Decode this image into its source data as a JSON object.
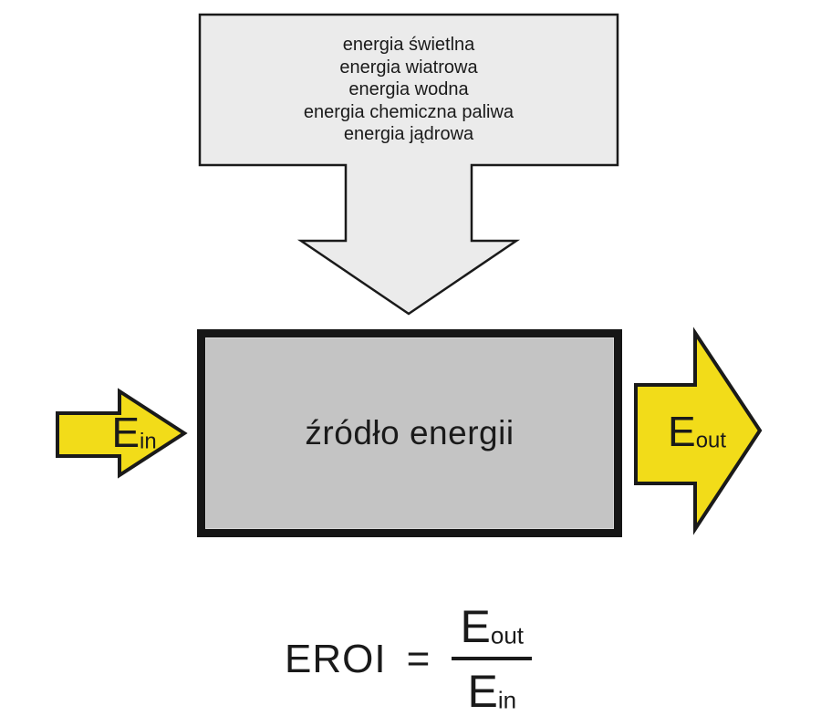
{
  "top_box": {
    "lines": [
      "energia świetlna",
      "energia wiatrowa",
      "energia wodna",
      "energia chemiczna paliwa",
      "energia jądrowa"
    ]
  },
  "source_box": {
    "label": "źródło energii"
  },
  "input_arrow": {
    "symbol": "E",
    "subscript": "in"
  },
  "output_arrow": {
    "symbol": "E",
    "subscript": "out"
  },
  "formula": {
    "lhs": "EROI",
    "equals": "=",
    "numerator_symbol": "E",
    "numerator_subscript": "out",
    "denominator_symbol": "E",
    "denominator_subscript": "in"
  },
  "colors": {
    "arrow_yellow": "#f2dc19",
    "panel_light_gray": "#ebebeb",
    "box_gray": "#c4c4c4",
    "outline_black": "#1a1a1a"
  }
}
